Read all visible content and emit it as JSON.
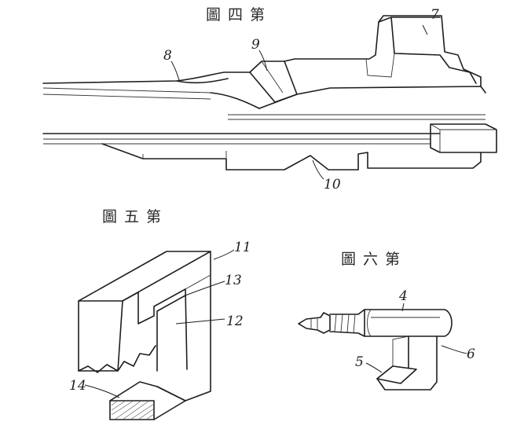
{
  "figures": [
    {
      "id": "fig4",
      "caption": "圖四第",
      "labels": {
        "label_7": "7",
        "label_8": "8",
        "label_9": "9",
        "label_10": "10"
      }
    },
    {
      "id": "fig5",
      "caption": "圖五第",
      "labels": {
        "label_11": "11",
        "label_12": "12",
        "label_13": "13",
        "label_14": "14"
      }
    },
    {
      "id": "fig6",
      "caption": "圖六第",
      "labels": {
        "label_4": "4",
        "label_5": "5",
        "label_6": "6"
      }
    }
  ]
}
